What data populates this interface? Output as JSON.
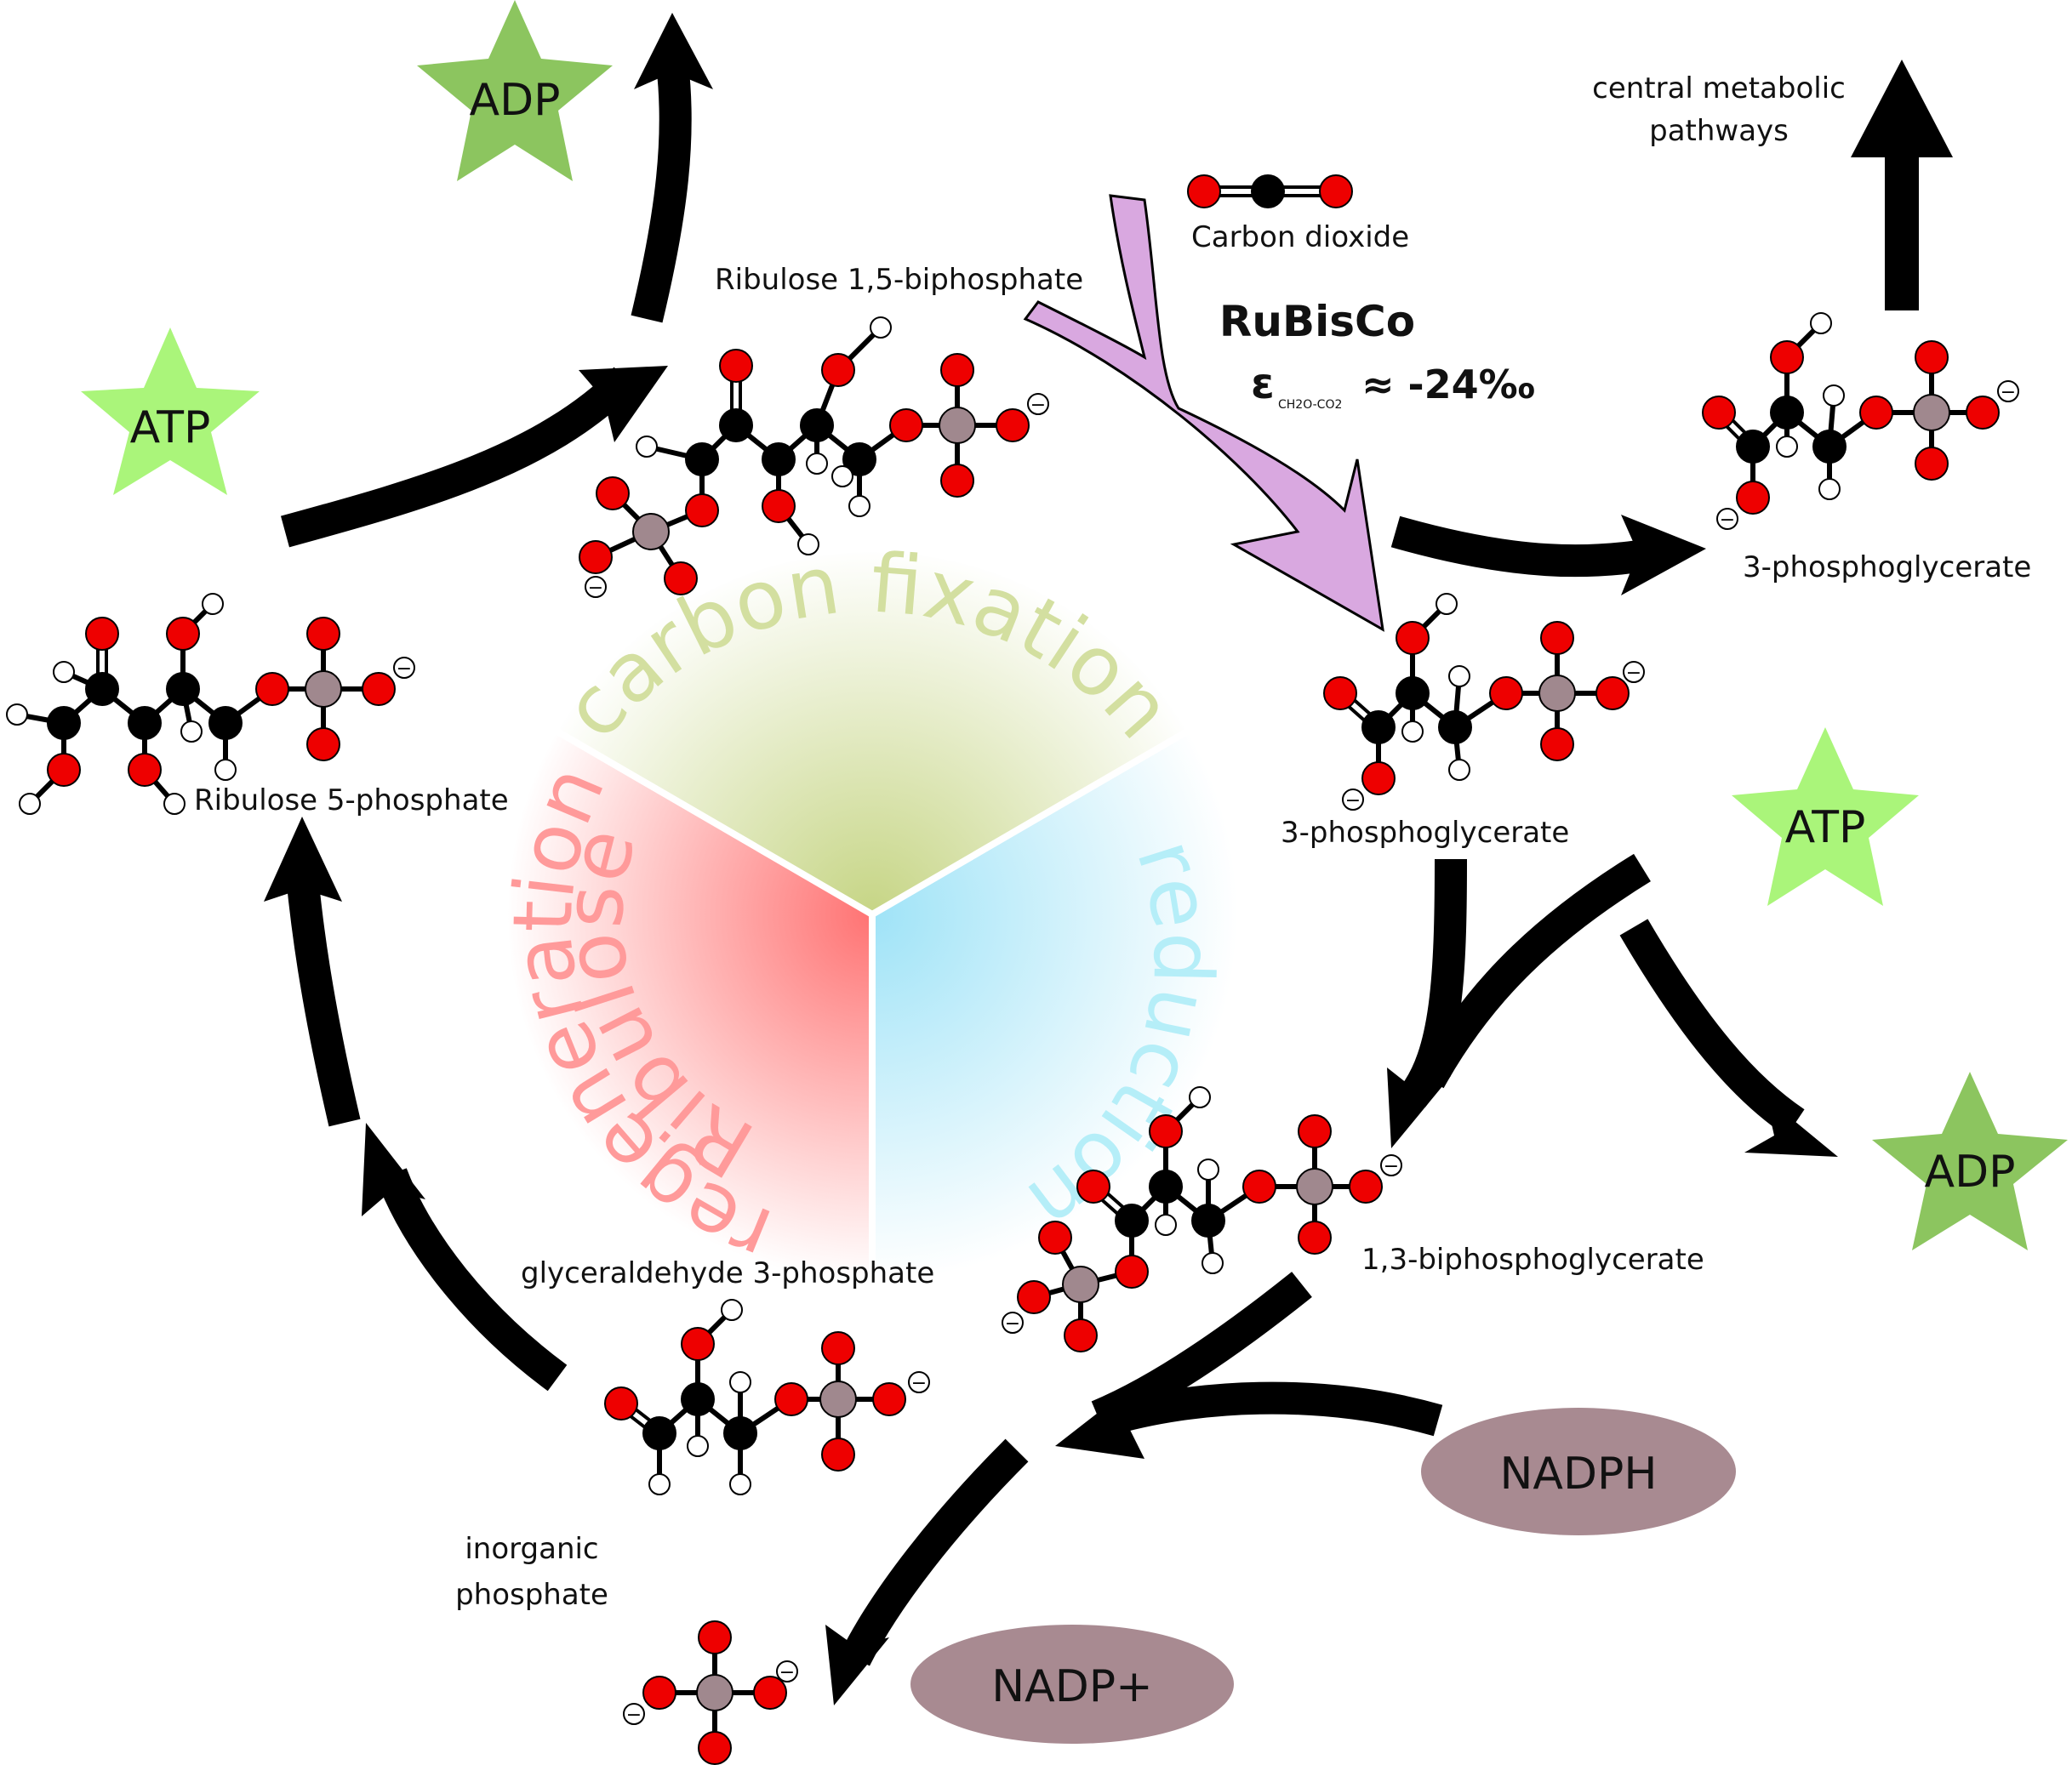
{
  "molecules": {
    "rubp": "Ribulose 1,5-biphosphate",
    "ru5p": "Ribulose 5-phosphate",
    "co2": "Carbon dioxide",
    "pga_mid": "3-phosphoglycerate",
    "pga_top": "3-phosphoglycerate",
    "bpg": "1,3-biphosphoglycerate",
    "g3p": "glyceraldehyde 3-phosphate",
    "pi_line1": "inorganic",
    "pi_line2": "phosphate",
    "central_line1": "central metabolic",
    "central_line2": "pathways"
  },
  "enzyme": {
    "name": "RuBisCo",
    "epsilon_symbol": "ε",
    "epsilon_subscript": "CH2O-CO2",
    "epsilon_value": "≈ -24‰"
  },
  "cofactors": {
    "atp_left": "ATP",
    "adp_top": "ADP",
    "atp_right": "ATP",
    "adp_right": "ADP",
    "nadph": "NADPH",
    "nadp": "NADP+"
  },
  "stages": {
    "fixation": "carbon fixation",
    "reduction": "reduction",
    "regen_outer": "regeneration",
    "regen_inner": "Ribulose"
  },
  "charge_symbol": "−",
  "colors": {
    "oxygen": "#ee0000",
    "carbon": "#000000",
    "hydrogen": "#ffffff",
    "phosphorus": "#a0888e",
    "atp_star": "#aaf57a",
    "adp_star": "#8cc55f",
    "nadph_ellipse": "#a88a91",
    "rubisco_arrow": "#d9a8e0",
    "fixation_sector": "#cdd890",
    "reduction_sector": "#a5e6f5",
    "regeneration_sector": "#ff8080",
    "fixation_text": "#d3dfa0",
    "reduction_text": "#b5eef8",
    "regeneration_text": "#ff9a9a"
  }
}
